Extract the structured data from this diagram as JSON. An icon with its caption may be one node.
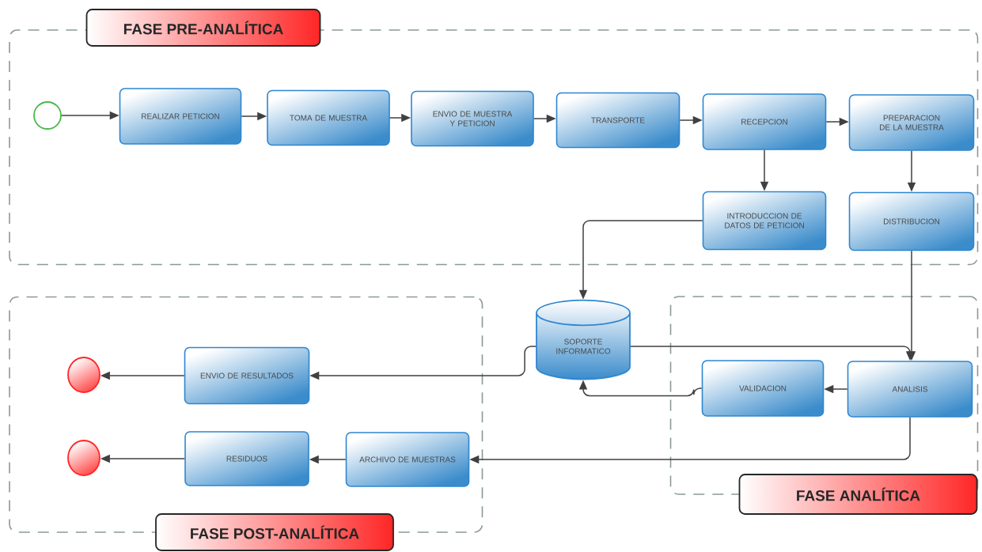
{
  "diagram": {
    "nodes": [
      {
        "text": [
          "FASE PRE-ANALÍTICA"
        ]
      },
      {
        "text": [],
        "shape": "circle",
        "in": 0
      },
      {
        "text": [
          "REALIZAR PETICION"
        ],
        "in": 0
      },
      {
        "text": [
          "TOMA DE MUESTRA"
        ],
        "in": 0
      },
      {
        "text": [
          "ENVIO DE MUESTRA Y PETICION"
        ],
        "in": 0
      },
      {
        "text": [
          "TRANSPORTE"
        ],
        "in": 0
      },
      {
        "text": [
          "RECEPCION"
        ],
        "in": 0
      },
      {
        "text": [
          "PREPARACION DE LA MUESTRA"
        ],
        "in": 0
      },
      {
        "text": [
          "INTRODUCCION DE DATOS DE PETICION"
        ],
        "in": 0
      },
      {
        "text": [
          "DISTRIBUCION"
        ],
        "in": 0
      },
      {
        "text": [
          "SOPORTE INFORMATICO"
        ]
      },
      {
        "text": [
          "FASE ANALÍTICA"
        ]
      },
      {
        "text": [
          "VALIDACION"
        ],
        "in": 11
      },
      {
        "text": [
          "ANALISIS"
        ],
        "in": 11
      },
      {
        "text": [
          "FASE POST-ANALÍTICA"
        ]
      },
      {
        "text": [
          "ENVIO DE RESULTADOS"
        ],
        "in": 14
      },
      {
        "text": [
          "RESIDUOS"
        ],
        "in": 14
      },
      {
        "text": [
          "ARCHIVO DE MUESTRAS"
        ],
        "in": 14
      },
      {
        "text": [],
        "shape": "circle",
        "in": 14
      },
      {
        "text": [],
        "shape": "circle",
        "in": 14
      }
    ],
    "edges": [
      {
        "from": 1,
        "to": 2,
        "arrow": "to"
      },
      {
        "from": 2,
        "to": 3,
        "arrow": "to"
      },
      {
        "from": 3,
        "to": 4,
        "arrow": "to"
      },
      {
        "from": 4,
        "to": 5,
        "arrow": "to"
      },
      {
        "from": 5,
        "to": 6,
        "arrow": "to"
      },
      {
        "from": 6,
        "to": 7,
        "arrow": "to"
      },
      {
        "from": 6,
        "to": 8,
        "arrow": "to"
      },
      {
        "from": 7,
        "to": 9,
        "arrow": "to"
      },
      {
        "from": 8,
        "to": 10,
        "arrow": "to"
      },
      {
        "from": 9,
        "to": 13,
        "arrow": "to"
      },
      {
        "from": 10,
        "to": 13,
        "arrow": "to"
      },
      {
        "from": 10,
        "to": 15,
        "arrow": "to"
      },
      {
        "from": 13,
        "to": 12,
        "arrow": "to"
      },
      {
        "from": 12,
        "to": 10,
        "arrow": "to"
      },
      {
        "from": 13,
        "to": 17,
        "arrow": "to"
      },
      {
        "from": 17,
        "to": 16,
        "arrow": "to"
      },
      {
        "from": 16,
        "to": 19,
        "arrow": "to"
      },
      {
        "from": 15,
        "to": 18,
        "arrow": "to"
      }
    ]
  }
}
